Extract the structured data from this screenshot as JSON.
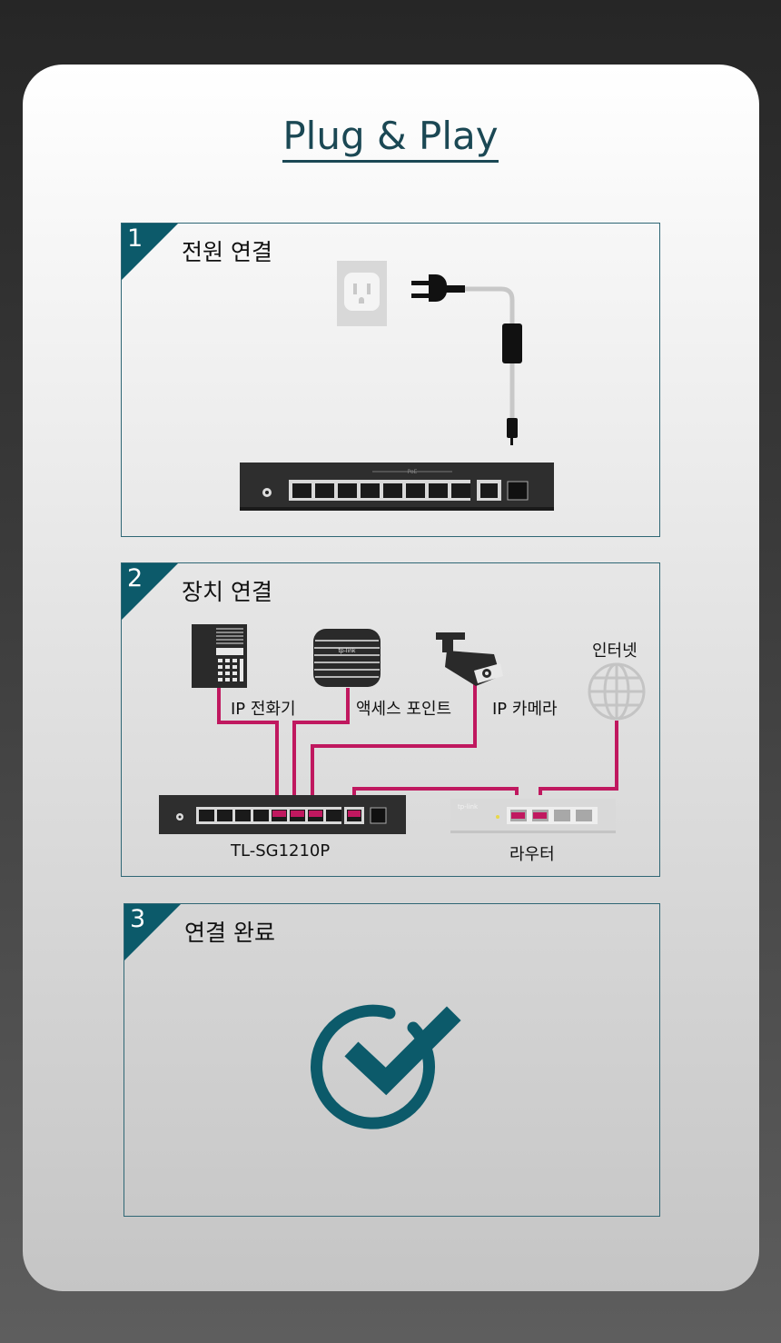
{
  "header": {
    "title": "Plug & Play"
  },
  "steps": [
    {
      "number": "1",
      "title": "전원 연결",
      "switch_port_label": "PoE"
    },
    {
      "number": "2",
      "title": "장치 연결",
      "labels": {
        "ip_phone": "IP 전화기",
        "access_point": "액세스 포인트",
        "ip_camera": "IP 카메라",
        "internet": "인터넷",
        "switch_model": "TL-SG1210P",
        "router": "라우터",
        "router_brand": "tp-link"
      }
    },
    {
      "number": "3",
      "title": "연결 완료"
    }
  ],
  "colors": {
    "accent": "#0c5a6a",
    "cable": "#c0185f",
    "title": "#1b4854"
  },
  "icons": [
    "power-outlet-icon",
    "power-plug-icon",
    "ip-phone-icon",
    "access-point-icon",
    "ip-camera-icon",
    "globe-icon",
    "checkmark-icon"
  ]
}
